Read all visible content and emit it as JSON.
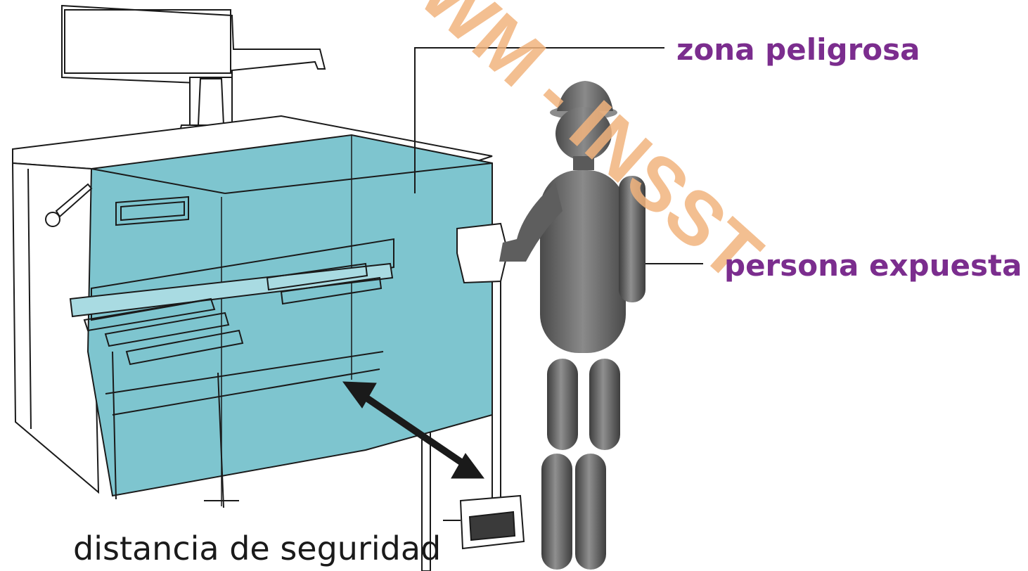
{
  "labels": {
    "danger_zone": "zona peligrosa",
    "exposed_person": "persona expuesta",
    "safety_distance": "distancia de seguridad"
  },
  "watermark": {
    "text": "WM - INSST",
    "color": "#f2b47e"
  },
  "colors": {
    "danger_zone_fill": "#7ec5cf",
    "label_text": "#7b2d8e",
    "person_body": "#6b6b6b",
    "outline": "#1a1a1a"
  },
  "icons": {
    "machine": "press-brake-machine",
    "person": "standing-worker-figure",
    "arrow": "double-headed-arrow",
    "pedal": "foot-pedal"
  }
}
